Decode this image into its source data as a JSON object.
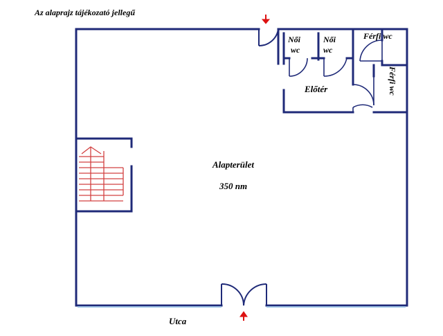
{
  "note": "Az alaprajz tájékozató jellegű",
  "rooms": {
    "noi_wc_1": [
      "Női",
      "wc"
    ],
    "noi_wc_2": [
      "Női",
      "wc"
    ],
    "ferfi_wc_top": "Férfi wc",
    "ferfi_wc_side": "Férfi wc",
    "eloter": "Előtér"
  },
  "main_area": {
    "label": "Alapterület",
    "area": "350 nm"
  },
  "street": "Utca",
  "colors": {
    "wall": "#1f2a78",
    "stairs": "#d24040",
    "arrow": "#dd1111",
    "street_edge": "#9fc3e6"
  }
}
